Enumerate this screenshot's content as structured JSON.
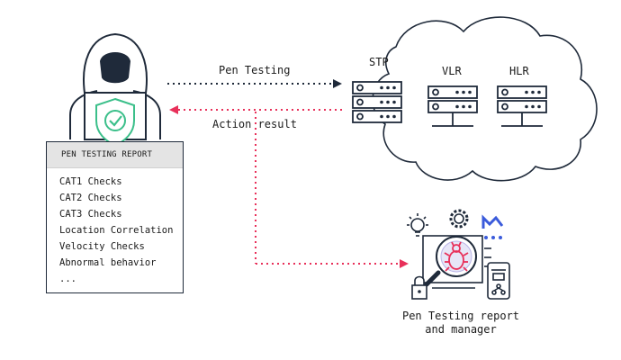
{
  "arrows": {
    "top_label": "Pen Testing",
    "result_label": "Action result"
  },
  "report": {
    "title": "PEN TESTING REPORT",
    "items": [
      "CAT1 Checks",
      "CAT2 Checks",
      "CAT3 Checks",
      "Location Correlation",
      "Velocity Checks",
      "Abnormal behavior",
      "..."
    ]
  },
  "cloud": {
    "nodes": [
      "STP",
      "VLR",
      "HLR"
    ]
  },
  "manager": {
    "caption_line1": "Pen Testing report",
    "caption_line2": "and manager"
  },
  "colors": {
    "ink": "#1f2a3a",
    "accent_red": "#e8305a",
    "shield_green": "#3bbf8a",
    "logo_blue": "#3b5bdb"
  },
  "icons": [
    "hacker-icon",
    "shield-check-icon",
    "server-icon",
    "lightbulb-icon",
    "gear-icon",
    "bug-icon",
    "magnifier-icon",
    "lock-icon",
    "phone-icon",
    "brand-logo-icon"
  ]
}
